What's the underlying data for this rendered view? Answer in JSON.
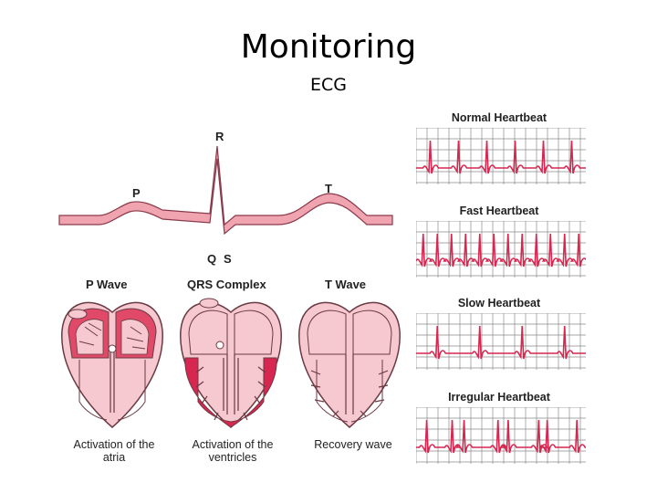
{
  "title": "Monitoring",
  "subtitle": "ECG",
  "waveform": {
    "labels": {
      "p": "P",
      "r": "R",
      "t": "T",
      "q": "Q",
      "s": "S"
    }
  },
  "stages": [
    {
      "heading": "P Wave",
      "caption_line1": "Activation of the",
      "caption_line2": "atria"
    },
    {
      "heading": "QRS Complex",
      "caption_line1": "Activation of the",
      "caption_line2": "ventricles"
    },
    {
      "heading": "T Wave",
      "caption_line1": "Recovery wave",
      "caption_line2": ""
    }
  ],
  "rhythm_strips": [
    {
      "title": "Normal Heartbeat",
      "beats": 6
    },
    {
      "title": "Fast Heartbeat",
      "beats": 12
    },
    {
      "title": "Slow Heartbeat",
      "beats": 4
    },
    {
      "title": "Irregular Heartbeat",
      "beats": 8
    }
  ],
  "colors": {
    "wave_fill": "#f0a4b0",
    "wave_stroke": "#8a3a4a",
    "trace": "#d7264f",
    "grid": "#8a8a8a",
    "heart_fill": "#f6c8cf",
    "heart_active": "#d7264f"
  }
}
